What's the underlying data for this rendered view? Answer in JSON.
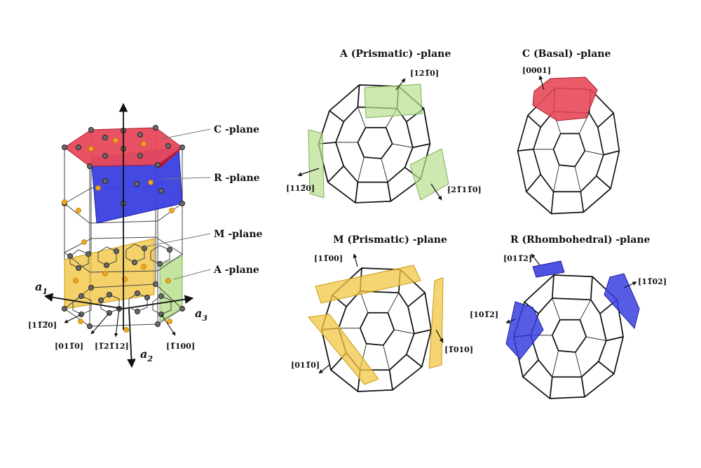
{
  "plane_labels": {
    "c": "C -plane",
    "r": "R -plane",
    "m": "M -plane",
    "a": "A -plane"
  },
  "axes": {
    "a1": "a",
    "a1_sub": "1",
    "a2": "a",
    "a2_sub": "2",
    "a3": "a",
    "a3_sub": "3"
  },
  "lattice_directions": {
    "d1": "[11̅2̅0]",
    "d2": "[011̅0]",
    "d3": "[1̅21̅12]",
    "d4": "[1̅100]"
  },
  "panels": {
    "a": {
      "title": "A (Prismatic) -plane",
      "dirs": [
        "[121̅0]",
        "[112̅0]",
        "[21̅11̅0]"
      ]
    },
    "c": {
      "title": "C (Basal) -plane",
      "dirs": [
        "[0001]"
      ]
    },
    "m": {
      "title": "M (Prismatic) -plane",
      "dirs": [
        "[11̅00]",
        "[1̅010]",
        "[011̅0]"
      ]
    },
    "r": {
      "title": "R (Rhombohedral) -plane",
      "dirs": [
        "[011̅2]",
        "[11̅02]",
        "[101̅2]"
      ]
    }
  },
  "colors": {
    "c_plane": "#e8495a",
    "r_plane": "#3a3fe0",
    "m_plane": "#f2c744",
    "a_plane": "#b9e08f",
    "atom_dark": "#555555",
    "atom_gold": "#f2a71b"
  }
}
